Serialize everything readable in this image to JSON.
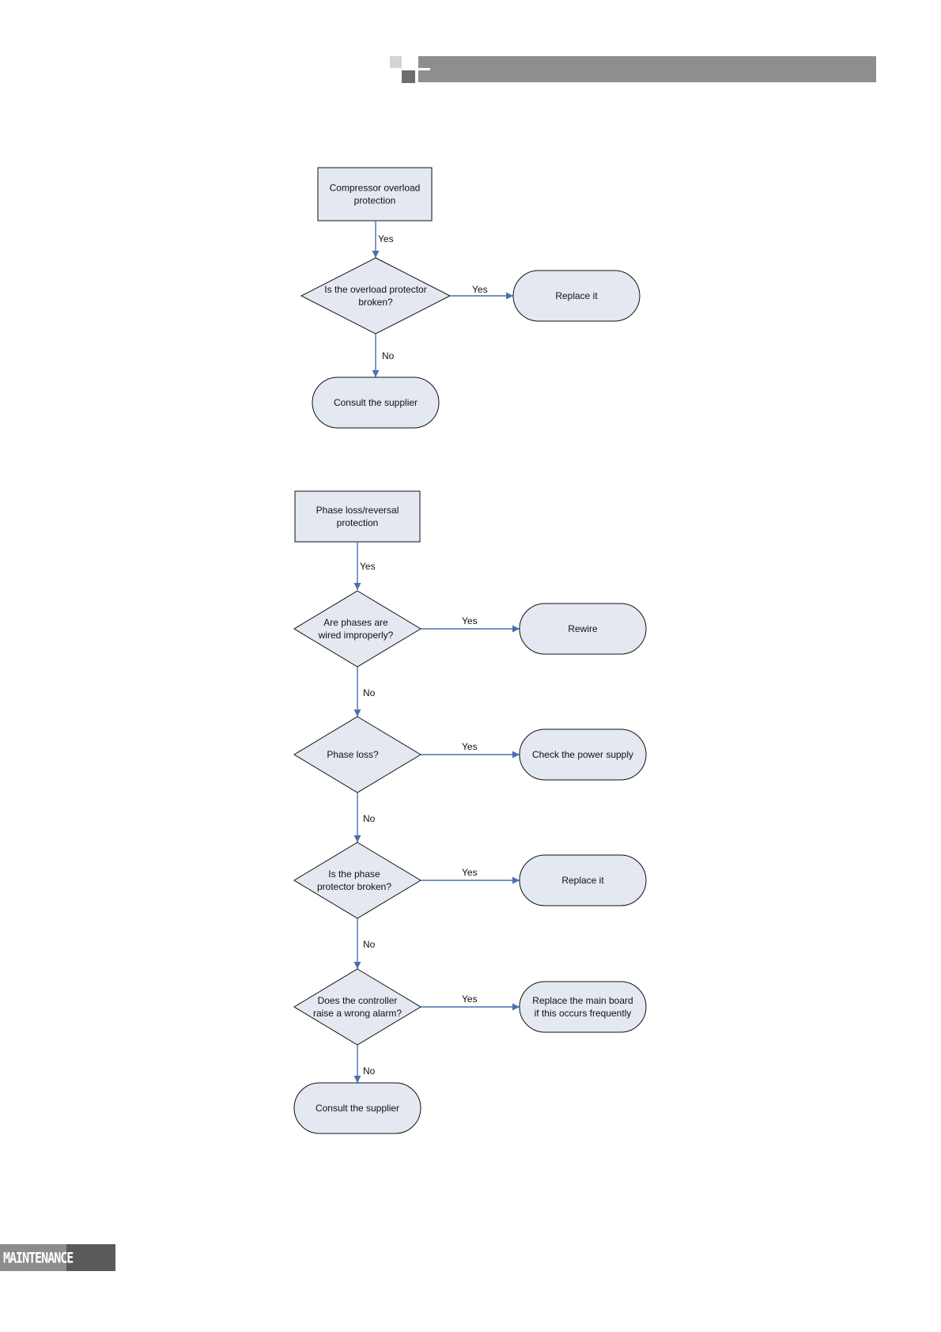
{
  "footer": {
    "section_label": "MAINTENANCE"
  },
  "colors": {
    "node_fill": "#e4e8f1",
    "edge": "#4a6fae",
    "header_bar": "#8e8e91"
  },
  "flowchart_1": {
    "start": [
      "Compressor overload",
      "protection"
    ],
    "start_edge_label": "Yes",
    "decision": [
      "Is the overload protector",
      "broken?"
    ],
    "yes_label": "Yes",
    "yes_action": [
      "Replace it"
    ],
    "no_label": "No",
    "no_action": [
      "Consult the supplier"
    ]
  },
  "flowchart_2": {
    "start": [
      "Phase loss/reversal",
      "protection"
    ],
    "start_edge_label": "Yes",
    "steps": [
      {
        "decision": [
          "Are phases are",
          "wired improperly?"
        ],
        "yes_label": "Yes",
        "action": [
          "Rewire"
        ],
        "no_label": "No"
      },
      {
        "decision": [
          "Phase loss?"
        ],
        "yes_label": "Yes",
        "action": [
          "Check the power supply"
        ],
        "no_label": "No"
      },
      {
        "decision": [
          "Is the phase",
          "protector broken?"
        ],
        "yes_label": "Yes",
        "action": [
          "Replace it"
        ],
        "no_label": "No"
      },
      {
        "decision": [
          "Does the controller",
          "raise a wrong alarm?"
        ],
        "yes_label": "Yes",
        "action": [
          "Replace the main board",
          "if this occurs frequently"
        ],
        "no_label": "No"
      }
    ],
    "end": [
      "Consult the supplier"
    ]
  }
}
